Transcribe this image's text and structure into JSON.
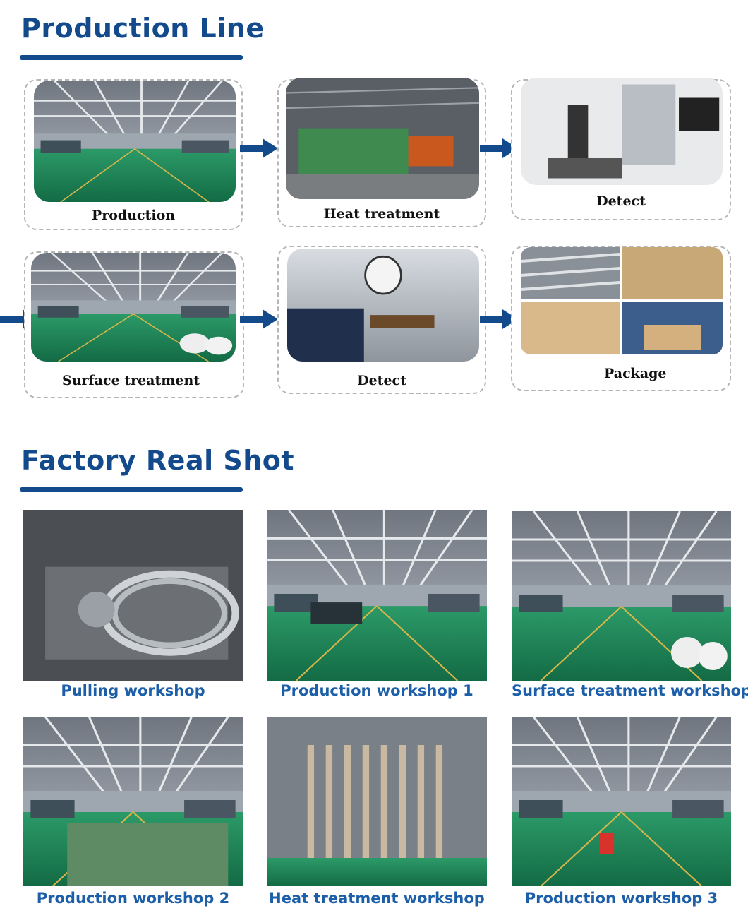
{
  "production_line": {
    "title": "Production Line",
    "steps": [
      {
        "label": "Production"
      },
      {
        "label": "Heat treatment"
      },
      {
        "label": "Detect"
      },
      {
        "label": "Surface treatment"
      },
      {
        "label": "Detect"
      },
      {
        "label": "Package"
      }
    ]
  },
  "factory_real_shot": {
    "title": "Factory Real Shot",
    "photos": [
      {
        "caption": "Pulling workshop"
      },
      {
        "caption": "Production workshop 1"
      },
      {
        "caption": "Surface treatment workshop"
      },
      {
        "caption": "Production workshop 2"
      },
      {
        "caption": "Heat treatment workshop"
      },
      {
        "caption": "Production workshop 3"
      }
    ]
  },
  "colors": {
    "title_blue": "#124a8c",
    "caption_blue": "#1c5fa8",
    "arrow_blue": "#124a8c",
    "floor_green": "#1f8a5a"
  }
}
